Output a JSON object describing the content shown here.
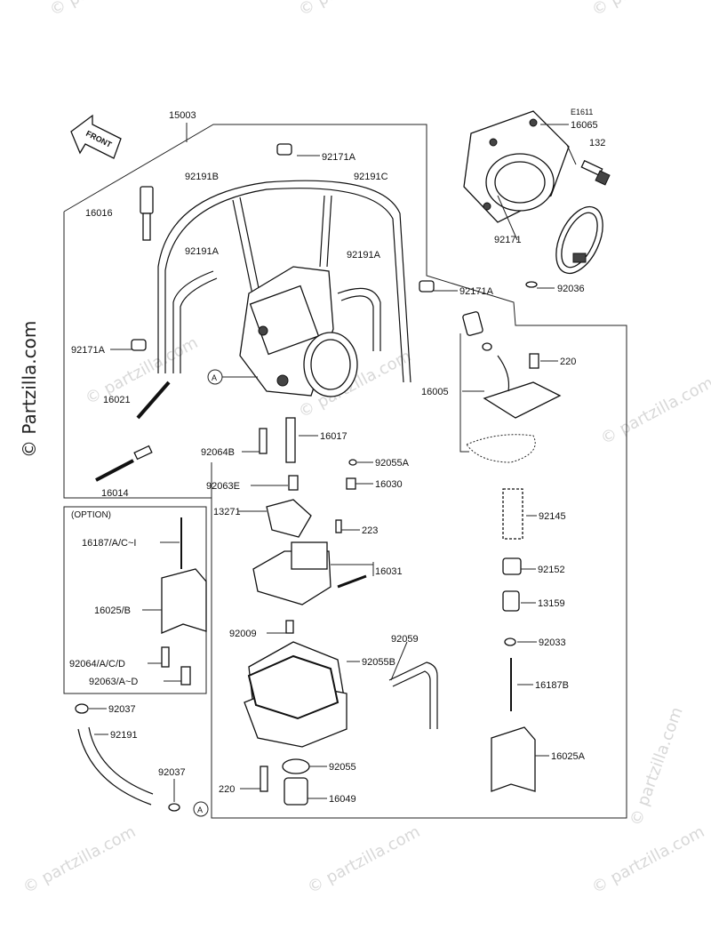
{
  "diagram_code": "E1611",
  "front_label": "FRONT",
  "option_label": "(OPTION)",
  "watermark_text": "© Partzilla.com",
  "watermark_small": "© partzilla.com",
  "callout_letter": "A",
  "labels": {
    "p15003": "15003",
    "p16065": "16065",
    "p132": "132",
    "p92171A_top": "92171A",
    "p92191B": "92191B",
    "p92191C": "92191C",
    "p16016": "16016",
    "p92191A_left": "92191A",
    "p92191A_right": "92191A",
    "p92171": "92171",
    "p92171A_mid": "92171A",
    "p92036": "92036",
    "p92171A_left": "92171A",
    "p220_top": "220",
    "p16021": "16021",
    "p16005": "16005",
    "p16017": "16017",
    "p92064B": "92064B",
    "p92055A": "92055A",
    "p92063E": "92063E",
    "p16030": "16030",
    "p16014": "16014",
    "p13271": "13271",
    "p223": "223",
    "p92145": "92145",
    "p16187AC": "16187/A/C~I",
    "p16031": "16031",
    "p92152": "92152",
    "p16025B": "16025/B",
    "p13159": "13159",
    "p92009": "92009",
    "p92059": "92059",
    "p92033": "92033",
    "p92064ACD": "92064/A/C/D",
    "p92055B": "92055B",
    "p92063AD": "92063/A~D",
    "p16187B": "16187B",
    "p92037_top": "92037",
    "p92191": "92191",
    "p16025A": "16025A",
    "p92055": "92055",
    "p92037_bot": "92037",
    "p220_bot": "220",
    "p16049": "16049"
  }
}
